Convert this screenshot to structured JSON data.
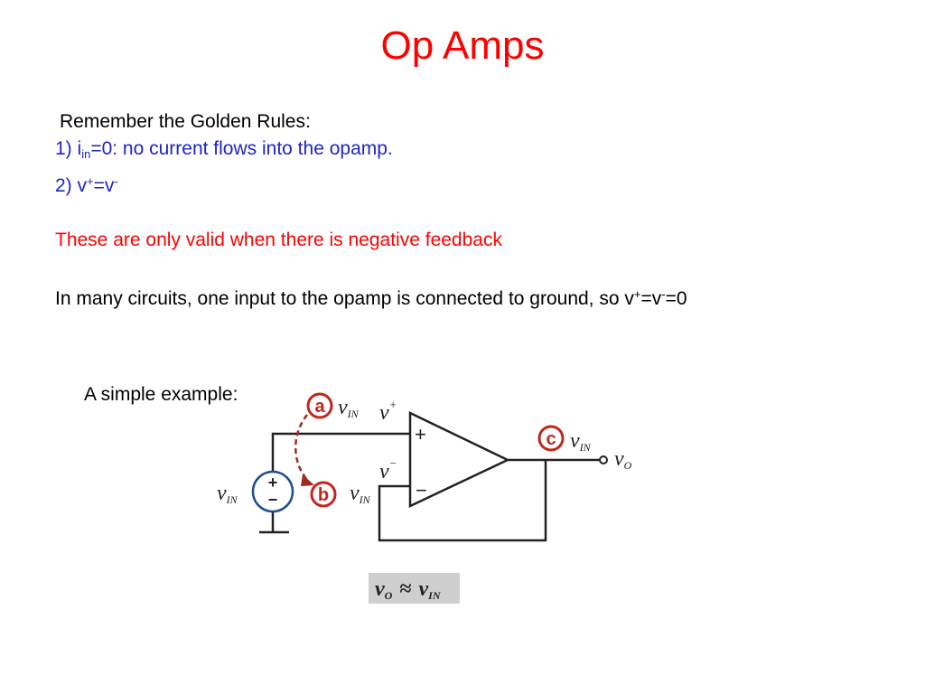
{
  "slide": {
    "title": "Op Amps"
  },
  "rules": {
    "heading": "Remember the Golden Rules:",
    "rule1": {
      "prefix": "1) i",
      "sub": "in",
      "suffix": "=0: no current flows into the opamp."
    },
    "rule2": {
      "prefix": "2) v",
      "sup1": "+",
      "mid": "=v",
      "sup2": "-"
    },
    "warning": "These are only valid when there is negative feedback",
    "note": {
      "prefix": "In many circuits, one input to the opamp is connected to ground, so v",
      "sup1": "+",
      "mid": "=v",
      "sup2": "-",
      "suffix": "=0"
    }
  },
  "example": {
    "label": "A simple example:",
    "marker_a": "a",
    "marker_b": "b",
    "marker_c": "c",
    "v": "v",
    "sub_in": "IN",
    "sub_o": "O",
    "sup_plus": "+",
    "sup_minus": "−",
    "approx": "≈",
    "plus_sign": "+",
    "minus_sign": "−",
    "colors": {
      "marker": "#c0281e",
      "wire": "#222222",
      "result_bg": "#cfcfcf"
    }
  }
}
